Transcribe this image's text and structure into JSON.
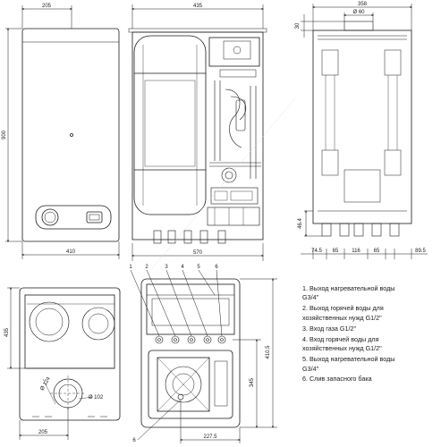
{
  "dimensions": {
    "front_top_width": "205",
    "front_height": "900",
    "front_bottom_width": "410",
    "middle_top_width": "435",
    "middle_bottom_width": "570",
    "side_top_width": "358",
    "side_top_offset": "30",
    "flue_diameter": "Ø 60",
    "side_bottom_offset_left": "74.5",
    "side_bottom_65_a": "65",
    "side_bottom_116": "116",
    "side_bottom_65_b": "65",
    "side_bottom_offset_right": "89.5",
    "side_height_small": "46.4",
    "plan_left_height": "435",
    "plan_bottom_width": "205",
    "plan_circle_124": "Ø 124",
    "plan_circle_102": "Ø 102",
    "bottom_height_345": "345",
    "bottom_height_4105": "410.5",
    "bottom_width_2275": "227.5"
  },
  "callouts": [
    "1",
    "2",
    "3",
    "4",
    "5",
    "6"
  ],
  "callout_6_bottom": "6",
  "legend": [
    "1. Выход нагревательной воды\nG3/4\"",
    "2. Выход горячей воды для\nхозяйственных нужд G1/2\"",
    "3. Вход газа G1/2\"",
    "4. Вход горячей воды для\nхозяйственных нужд G1/2\"",
    "5. Выход нагревательной воды\nG3/4\"",
    "6. Слив запасного бака"
  ]
}
